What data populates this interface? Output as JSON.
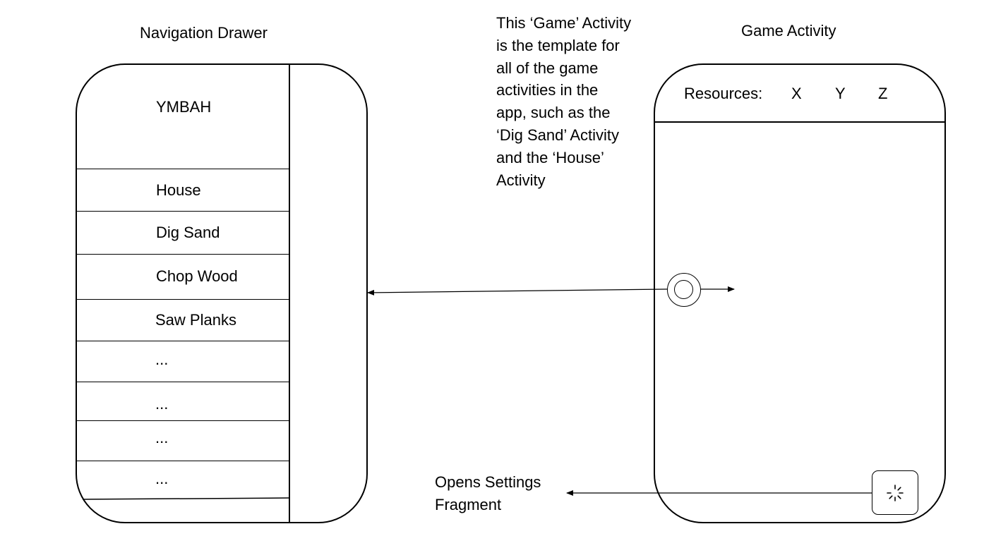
{
  "titles": {
    "drawer": "Navigation Drawer",
    "game": "Game Activity"
  },
  "note": "This ‘Game’ Activity\nis the template for\nall of the game\nactivities in the\napp, such as the\n‘Dig Sand’ Activity\nand the ‘House’\nActivity",
  "drawer": {
    "header": "YMBAH",
    "items": [
      "House",
      "Dig Sand",
      "Chop Wood",
      "Saw Planks",
      "...",
      "...",
      "...",
      "..."
    ]
  },
  "game_activity": {
    "resources_label": "Resources:",
    "resources": [
      "X",
      "Y",
      "Z"
    ]
  },
  "settings_note": "Opens Settings\nFragment",
  "icons": {
    "nav_button": "double-circle-icon",
    "settings_button": "loading-spinner-icon"
  }
}
